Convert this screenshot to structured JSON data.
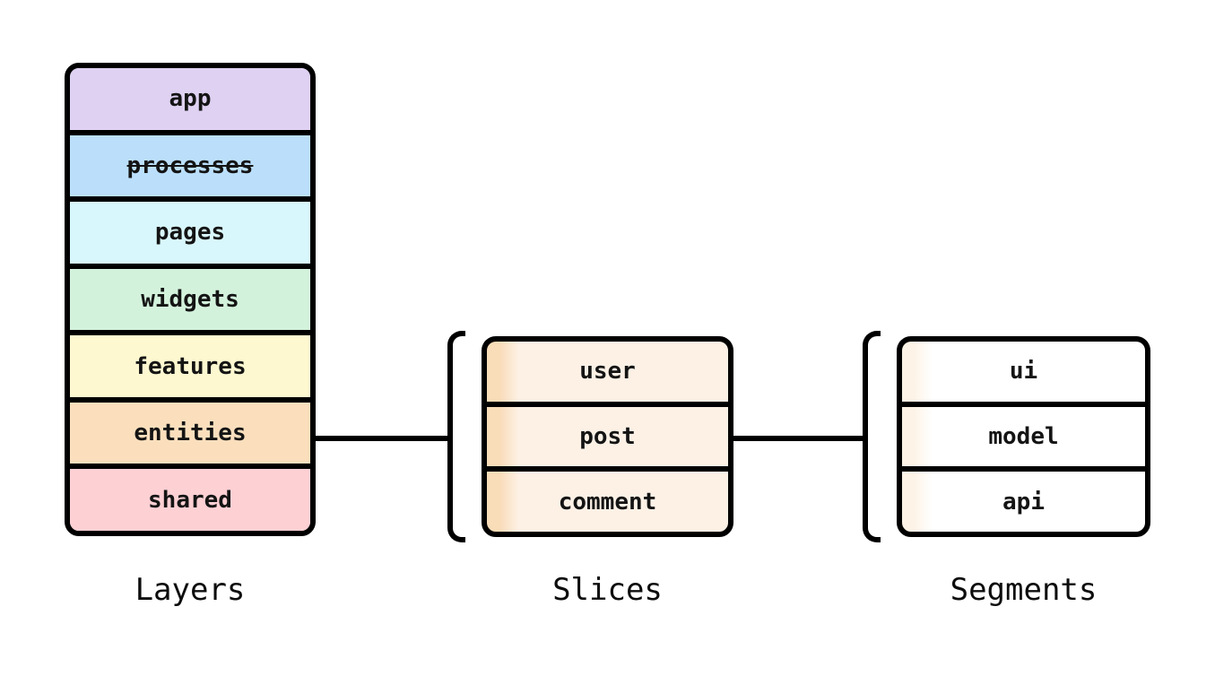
{
  "diagram": {
    "stroke_color": "#000000",
    "background_color": "#ffffff",
    "layers": {
      "title": "Layers",
      "items": [
        {
          "label": "app",
          "color": "#ded1f2",
          "strikethrough": false
        },
        {
          "label": "processes",
          "color": "#bbdffb",
          "strikethrough": true
        },
        {
          "label": "pages",
          "color": "#d8f7fc",
          "strikethrough": false
        },
        {
          "label": "widgets",
          "color": "#d3f2dc",
          "strikethrough": false
        },
        {
          "label": "features",
          "color": "#fdf8d0",
          "strikethrough": false
        },
        {
          "label": "entities",
          "color": "#fbdfbd",
          "strikethrough": false
        },
        {
          "label": "shared",
          "color": "#fdd0d4",
          "strikethrough": false
        }
      ]
    },
    "slices": {
      "title": "Slices",
      "fill": "#fdf1e6",
      "edge_strip": "#f9dcb8",
      "items": [
        {
          "label": "user"
        },
        {
          "label": "post"
        },
        {
          "label": "comment"
        }
      ]
    },
    "segments": {
      "title": "Segments",
      "fill": "#ffffff",
      "edge_strip": "#fdf3e6",
      "items": [
        {
          "label": "ui"
        },
        {
          "label": "model"
        },
        {
          "label": "api"
        }
      ]
    }
  }
}
